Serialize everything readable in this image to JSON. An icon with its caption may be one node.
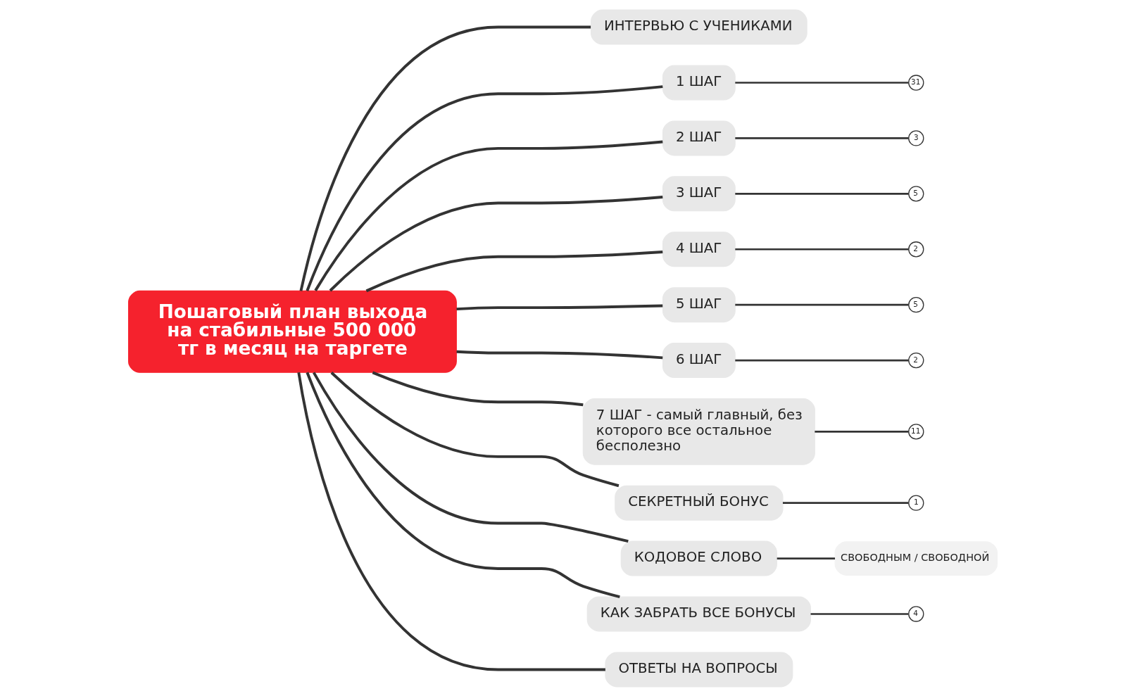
{
  "diagram": {
    "nodes": [
      {
        "text": [
          "Пошаговый план выхода на стабильные 500 000 тг в месяц на таргете"
        ]
      },
      {
        "text": [
          "ИНТЕРВЬЮ С УЧЕНИКАМИ"
        ]
      },
      {
        "text": [
          "1 ШАГ"
        ]
      },
      {
        "text": [
          "31"
        ]
      },
      {
        "text": [
          "2 ШАГ"
        ]
      },
      {
        "text": [
          "3"
        ]
      },
      {
        "text": [
          "3 ШАГ"
        ]
      },
      {
        "text": [
          "5"
        ]
      },
      {
        "text": [
          "4 ШАГ"
        ]
      },
      {
        "text": [
          "2"
        ]
      },
      {
        "text": [
          "5 ШАГ"
        ]
      },
      {
        "text": [
          "5"
        ]
      },
      {
        "text": [
          "6 ШАГ"
        ]
      },
      {
        "text": [
          "2"
        ]
      },
      {
        "text": [
          "7 ШАГ - самый главный, без которого все остальное бесполезно"
        ]
      },
      {
        "text": [
          "11"
        ]
      },
      {
        "text": [
          "СЕКРЕТНЫЙ БОНУС"
        ]
      },
      {
        "text": [
          "1"
        ]
      },
      {
        "text": [
          "КОДОВОЕ СЛОВО"
        ]
      },
      {
        "text": [
          "СВОБОДНЫМ / СВОБОДНОЙ"
        ]
      },
      {
        "text": [
          "КАК ЗАБРАТЬ ВСЕ БОНУСЫ"
        ]
      },
      {
        "text": [
          "4"
        ]
      },
      {
        "text": [
          "ОТВЕТЫ НА ВОПРОСЫ"
        ]
      }
    ],
    "edges": [
      {
        "from": 0,
        "to": 1,
        "arrow": "none"
      },
      {
        "from": 0,
        "to": 2,
        "arrow": "none"
      },
      {
        "from": 0,
        "to": 4,
        "arrow": "none"
      },
      {
        "from": 0,
        "to": 6,
        "arrow": "none"
      },
      {
        "from": 0,
        "to": 8,
        "arrow": "none"
      },
      {
        "from": 0,
        "to": 10,
        "arrow": "none"
      },
      {
        "from": 0,
        "to": 12,
        "arrow": "none"
      },
      {
        "from": 0,
        "to": 14,
        "arrow": "none"
      },
      {
        "from": 0,
        "to": 16,
        "arrow": "none"
      },
      {
        "from": 0,
        "to": 18,
        "arrow": "none"
      },
      {
        "from": 0,
        "to": 20,
        "arrow": "none"
      },
      {
        "from": 0,
        "to": 22,
        "arrow": "none"
      },
      {
        "from": 2,
        "to": 3,
        "arrow": "none"
      },
      {
        "from": 4,
        "to": 5,
        "arrow": "none"
      },
      {
        "from": 6,
        "to": 7,
        "arrow": "none"
      },
      {
        "from": 8,
        "to": 9,
        "arrow": "none"
      },
      {
        "from": 10,
        "to": 11,
        "arrow": "none"
      },
      {
        "from": 12,
        "to": 13,
        "arrow": "none"
      },
      {
        "from": 14,
        "to": 15,
        "arrow": "none"
      },
      {
        "from": 16,
        "to": 17,
        "arrow": "none"
      },
      {
        "from": 18,
        "to": 19,
        "arrow": "none"
      },
      {
        "from": 20,
        "to": 21,
        "arrow": "none"
      }
    ]
  }
}
